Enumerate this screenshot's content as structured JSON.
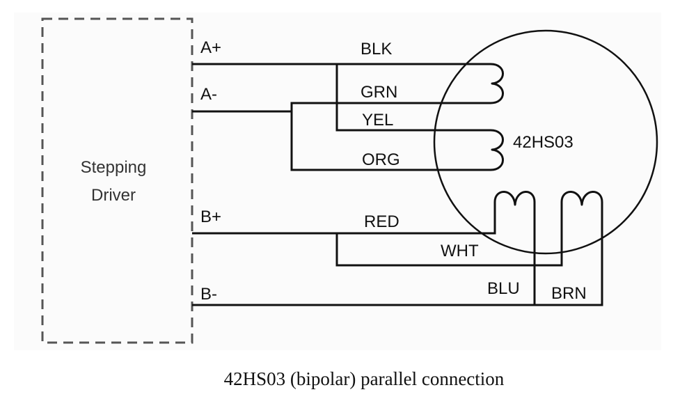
{
  "driver": {
    "label_line1": "Stepping",
    "label_line2": "Driver",
    "terminals": [
      "A+",
      "A-",
      "B+",
      "B-"
    ]
  },
  "motor": {
    "model": "42HS03"
  },
  "wires": {
    "phase_a": [
      "BLK",
      "GRN",
      "YEL",
      "ORG"
    ],
    "phase_b": [
      "RED",
      "WHT",
      "BLU",
      "BRN"
    ]
  },
  "connections": [
    {
      "terminal": "A+",
      "wires": [
        "BLK",
        "YEL"
      ]
    },
    {
      "terminal": "A-",
      "wires": [
        "GRN",
        "ORG"
      ]
    },
    {
      "terminal": "B+",
      "wires": [
        "RED",
        "WHT"
      ]
    },
    {
      "terminal": "B-",
      "wires": [
        "BLU",
        "BRN"
      ]
    }
  ],
  "caption": "42HS03 (bipolar) parallel connection",
  "colors": {
    "line": "#111111",
    "dashed_box": "#555555",
    "background": "#ffffff"
  }
}
